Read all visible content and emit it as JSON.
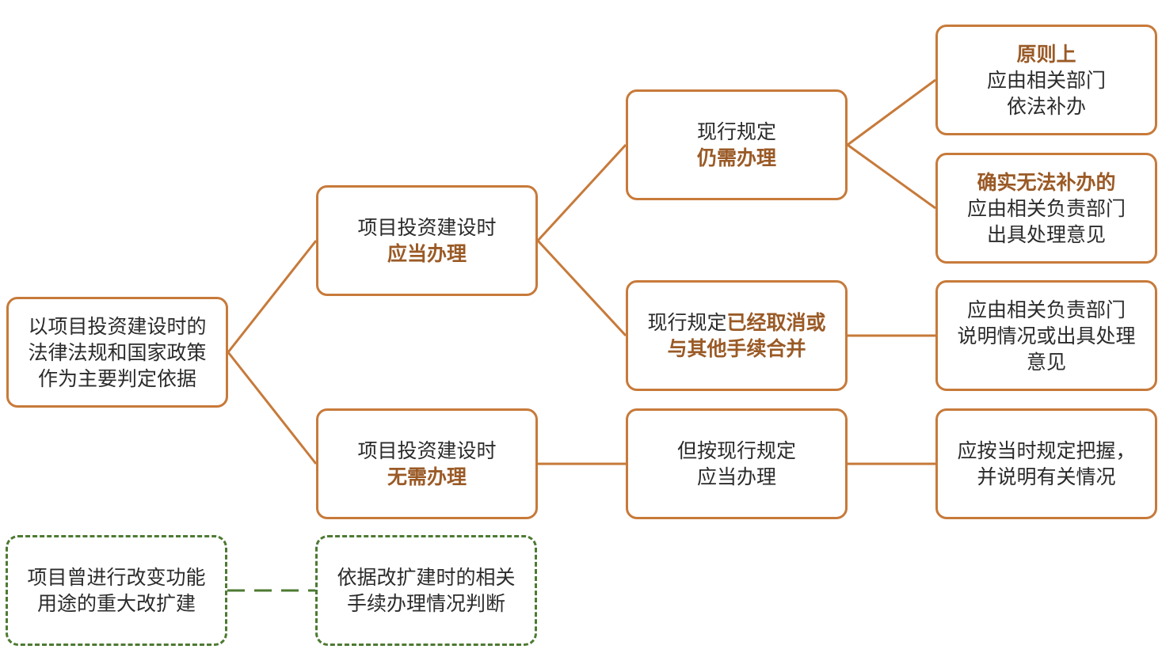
{
  "colors": {
    "node_border": "#c77a3a",
    "highlight": "#9a5a26",
    "dashed_border": "#4d7a32",
    "text": "#2b2b2b"
  },
  "nodes": {
    "root": {
      "lines": [
        "以项目投资建设时的",
        "法律法规和国家政策",
        "作为主要判定依据"
      ]
    },
    "should_handle": {
      "line1": "项目投资建设时",
      "line2": "应当办理"
    },
    "no_need": {
      "line1": "项目投资建设时",
      "line2": "无需办理"
    },
    "still_required": {
      "line1": "现行规定",
      "line2": "仍需办理"
    },
    "cancelled_merged": {
      "prefix": "现行规定",
      "hl1": "已经取消或",
      "hl2": "与其他手续合并"
    },
    "now_required": {
      "line1": "但按现行规定",
      "line2": "应当办理"
    },
    "principle": {
      "hl": "原则上",
      "line2": "应由相关部门",
      "line3": "依法补办"
    },
    "cannot_supplement": {
      "hl": "确实无法补办的",
      "line2": "应由相关负责部门",
      "line3": "出具处理意见"
    },
    "explain": {
      "lines": [
        "应由相关负责部门",
        "说明情况或出具处理",
        "意见"
      ]
    },
    "grasp": {
      "lines": [
        "应按当时规定把握，",
        "并说明有关情况"
      ]
    },
    "renovation": {
      "lines": [
        "项目曾进行改变功能",
        "用途的重大改扩建"
      ]
    },
    "judge": {
      "lines": [
        "依据改扩建时的相关",
        "手续办理情况判断"
      ]
    }
  }
}
